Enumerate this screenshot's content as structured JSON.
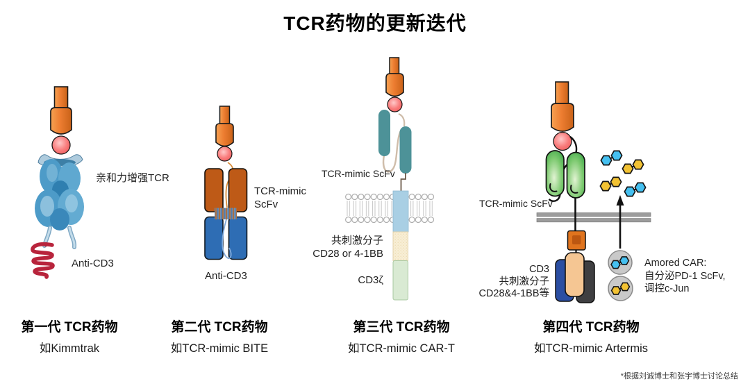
{
  "title": "TCR药物的更新迭代",
  "footnote": "*根据刘诚博士和张宇博士讨论总结",
  "palette": {
    "mhc_orange": "#ED7D31",
    "peptide_pink": "#F97C7C",
    "tcr_blue": "#4D9BC8",
    "anti_cd3_coil_red": "#B8243C",
    "scfv_brown": "#BE5A17",
    "anti_cd3_blue": "#2E6DB4",
    "scfv_teal": "#4D9298",
    "transmembrane_blue": "#A9CFE4",
    "costim_cream": "#F8EED6",
    "cd3zeta_green": "#D9EAD3",
    "scfv_green": "#2E9E3F",
    "car_peach": "#F5C693",
    "car_navy": "#2B4EA2",
    "car_dark_gray": "#3F3F41",
    "hex_blue": "#45C0F0",
    "hex_yellow": "#F2C233",
    "membrane_gray": "#9C9C9C"
  },
  "generations": [
    {
      "name": "第一代 TCR药物",
      "example": "如Kimmtrak",
      "labels": {
        "affinity_tcr": "亲和力增强TCR",
        "anti_cd3": "Anti-CD3"
      }
    },
    {
      "name": "第二代 TCR药物",
      "example": "如TCR-mimic BITE",
      "labels": {
        "scfv_line1": "TCR-mimic",
        "scfv_line2": "ScFv",
        "anti_cd3": "Anti-CD3"
      }
    },
    {
      "name": "第三代 TCR药物",
      "example": "如TCR-mimic CAR-T",
      "labels": {
        "scfv": "TCR-mimic ScFv",
        "costim_line1": "共刺激分子",
        "costim_line2": "CD28 or 4-1BB",
        "cd3zeta": "CD3ζ"
      }
    },
    {
      "name": "第四代 TCR药物",
      "example": "如TCR-mimic Artermis",
      "labels": {
        "scfv": "TCR-mimic ScFv",
        "cd3": "CD3",
        "costim_line1": "共刺激分子",
        "costim_line2": "CD28&4-1BB等",
        "armored_line1": "Amored CAR:",
        "armored_line2": "自分泌PD-1 ScFv,",
        "armored_line3": "调控c-Jun"
      }
    }
  ]
}
